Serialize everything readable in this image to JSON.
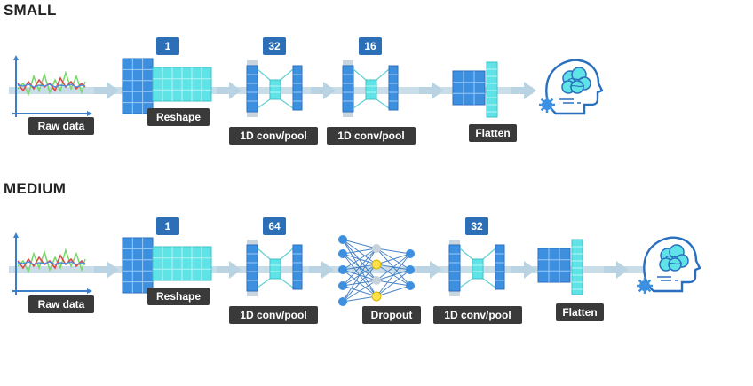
{
  "sections": {
    "small": {
      "title": "SMALL",
      "filters": [
        "1",
        "32",
        "16"
      ],
      "labels": {
        "raw": "Raw data",
        "reshape": "Reshape",
        "conv1": "1D conv/pool",
        "conv2": "1D conv/pool",
        "flatten": "Flatten"
      }
    },
    "medium": {
      "title": "MEDIUM",
      "filters": [
        "1",
        "64",
        "32"
      ],
      "labels": {
        "raw": "Raw data",
        "reshape": "Reshape",
        "conv1": "1D conv/pool",
        "dropout": "Dropout",
        "conv2": "1D conv/pool",
        "flatten": "Flatten"
      }
    }
  },
  "colors": {
    "arrow": "#b9d3e3",
    "blue": "#3d8fe0",
    "cyan": "#5fe3e6",
    "badge": "#2c6fb6",
    "label_bg": "#3a3a3a",
    "yellow": "#ffe14a"
  },
  "icons": [
    "line-chart-icon",
    "brain-head-icon",
    "gear-icon",
    "neural-network-icon"
  ]
}
